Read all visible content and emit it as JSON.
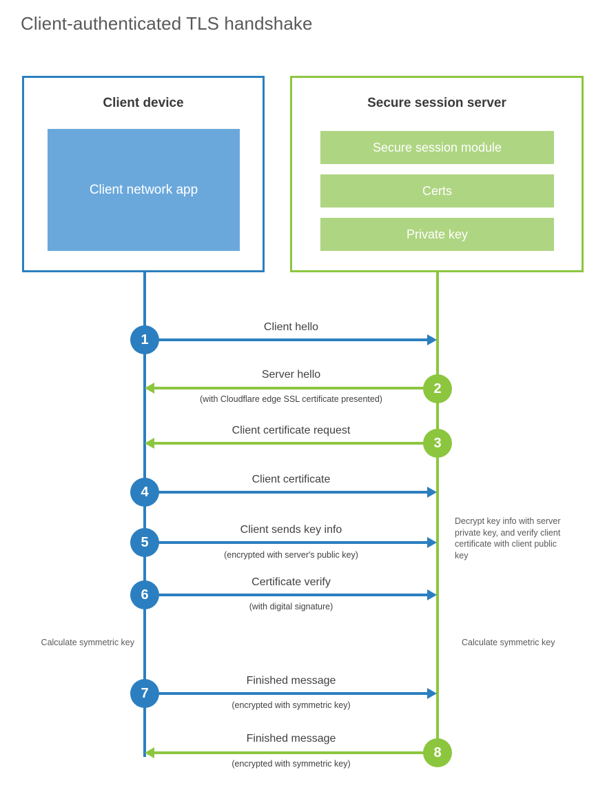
{
  "title": "Client-authenticated TLS handshake",
  "colors": {
    "blue": "#2b7fc0",
    "blue_fill": "#6aa8dc",
    "green": "#8cc63f",
    "green_fill": "#aed581",
    "text": "#414042",
    "title_text": "#58595b"
  },
  "parties": {
    "client": {
      "title": "Client device",
      "app_label": "Client network app"
    },
    "server": {
      "title": "Secure session server",
      "components": [
        {
          "label": "Secure session module"
        },
        {
          "label": "Certs"
        },
        {
          "label": "Private key"
        }
      ]
    }
  },
  "steps": [
    {
      "number": "1",
      "label": "Client hello",
      "sublabel": "",
      "direction": "client-to-server",
      "color": "blue"
    },
    {
      "number": "2",
      "label": "Server hello",
      "sublabel": "(with Cloudflare edge SSL certificate presented)",
      "direction": "server-to-client",
      "color": "green"
    },
    {
      "number": "3",
      "label": "Client certificate request",
      "sublabel": "",
      "direction": "server-to-client",
      "color": "green"
    },
    {
      "number": "4",
      "label": "Client certificate",
      "sublabel": "",
      "direction": "client-to-server",
      "color": "blue"
    },
    {
      "number": "5",
      "label": "Client sends key info",
      "sublabel": "(encrypted with server's public key)",
      "direction": "client-to-server",
      "color": "blue"
    },
    {
      "number": "6",
      "label": "Certificate verify",
      "sublabel": "(with digital signature)",
      "direction": "client-to-server",
      "color": "blue"
    },
    {
      "number": "7",
      "label": "Finished message",
      "sublabel": "(encrypted with symmetric key)",
      "direction": "client-to-server",
      "color": "blue"
    },
    {
      "number": "8",
      "label": "Finished message",
      "sublabel": "(encrypted with symmetric key)",
      "direction": "server-to-client",
      "color": "green"
    }
  ],
  "annotations": {
    "server_decrypt": "Decrypt key info with server private key, and verify client certificate with client public key",
    "client_calculate": "Calculate symmetric key",
    "server_calculate": "Calculate symmetric key"
  }
}
